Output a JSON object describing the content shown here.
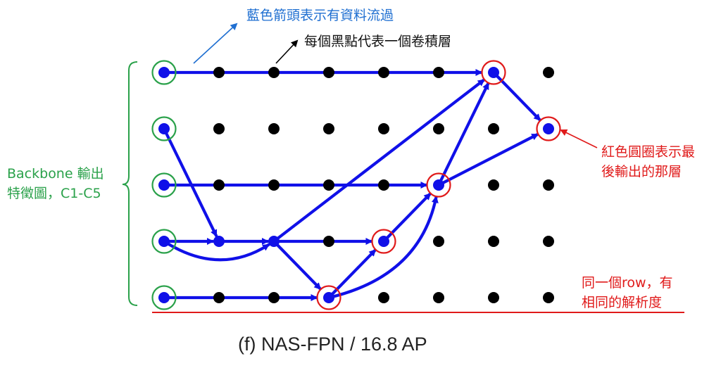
{
  "annotations": {
    "blue_arrow": "藍色箭頭表示有資料流過",
    "black_dot": "每個黑點代表一個卷積層",
    "backbone_line1": "Backbone 輸出",
    "backbone_line2": "特徵圖，C1-C5",
    "red_circle_line1": "紅色圓圈表示最",
    "red_circle_line2": "後輸出的那層",
    "row_line1": "同一個row，有",
    "row_line2": "相同的解析度"
  },
  "caption": "(f) NAS-FPN / 16.8 AP",
  "colors": {
    "flow_arrow": "#1010e8",
    "dot": "#000000",
    "backbone_ring": "#2aa14a",
    "output_ring": "#e01a1a",
    "annotation_blue": "#1f6fd1",
    "annotation_green": "#2aa14a",
    "annotation_red": "#e01a1a"
  },
  "grid": {
    "rows": 5,
    "columns": 8
  },
  "backbone_nodes": [
    [
      0,
      0
    ],
    [
      1,
      0
    ],
    [
      2,
      0
    ],
    [
      3,
      0
    ],
    [
      4,
      0
    ]
  ],
  "output_nodes": [
    [
      0,
      6
    ],
    [
      1,
      7
    ],
    [
      2,
      5
    ],
    [
      3,
      4
    ],
    [
      4,
      3
    ]
  ],
  "flow_nodes": [
    [
      3,
      1
    ],
    [
      3,
      2
    ]
  ],
  "connections": [
    {
      "from": [
        0,
        0
      ],
      "to": [
        0,
        6
      ],
      "shape": "straight"
    },
    {
      "from": [
        1,
        0
      ],
      "to": [
        3,
        1
      ],
      "shape": "straight"
    },
    {
      "from": [
        2,
        0
      ],
      "to": [
        2,
        5
      ],
      "shape": "straight"
    },
    {
      "from": [
        3,
        0
      ],
      "to": [
        3,
        1
      ],
      "shape": "straight"
    },
    {
      "from": [
        3,
        0
      ],
      "to": [
        3,
        2
      ],
      "shape": "curve"
    },
    {
      "from": [
        3,
        1
      ],
      "to": [
        3,
        2
      ],
      "shape": "straight"
    },
    {
      "from": [
        3,
        2
      ],
      "to": [
        3,
        4
      ],
      "shape": "straight"
    },
    {
      "from": [
        3,
        2
      ],
      "to": [
        0,
        6
      ],
      "shape": "straight"
    },
    {
      "from": [
        3,
        2
      ],
      "to": [
        4,
        3
      ],
      "shape": "straight"
    },
    {
      "from": [
        4,
        0
      ],
      "to": [
        4,
        3
      ],
      "shape": "straight"
    },
    {
      "from": [
        4,
        3
      ],
      "to": [
        3,
        4
      ],
      "shape": "straight"
    },
    {
      "from": [
        4,
        3
      ],
      "to": [
        2,
        5
      ],
      "shape": "curve"
    },
    {
      "from": [
        3,
        4
      ],
      "to": [
        2,
        5
      ],
      "shape": "straight"
    },
    {
      "from": [
        2,
        5
      ],
      "to": [
        0,
        6
      ],
      "shape": "straight"
    },
    {
      "from": [
        0,
        6
      ],
      "to": [
        1,
        7
      ],
      "shape": "straight"
    },
    {
      "from": [
        2,
        5
      ],
      "to": [
        1,
        7
      ],
      "shape": "straight"
    }
  ]
}
